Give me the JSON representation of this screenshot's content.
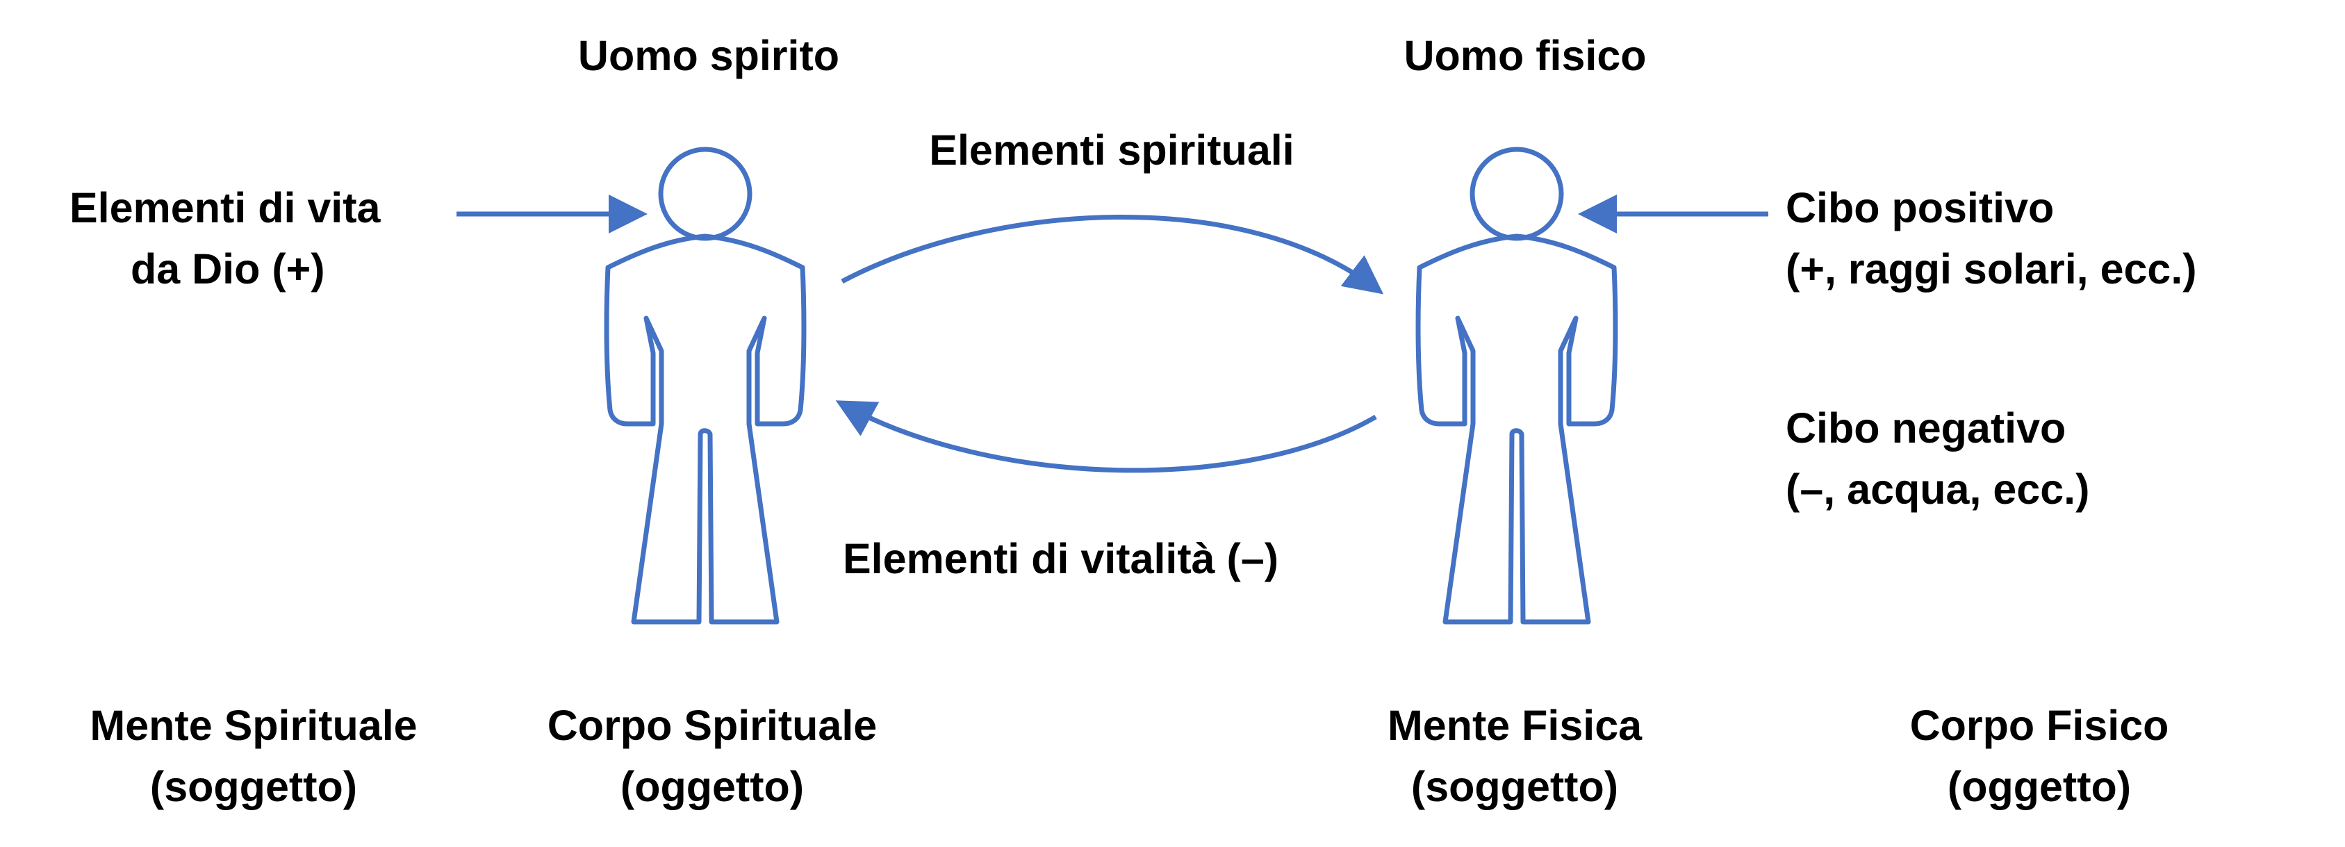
{
  "colors": {
    "stroke": "#4472C4",
    "text": "#000000",
    "background": "#FFFFFF"
  },
  "figures": {
    "left_title": "Uomo spirito",
    "right_title": "Uomo fisico"
  },
  "arrows": {
    "top_label": "Elementi spirituali",
    "bottom_label": "Elementi di vitalità (",
    "bottom_label_symbol": "–",
    "bottom_label_end": ")"
  },
  "left_input": {
    "line1": "Elementi di vita",
    "line2_prefix": "da Dio (",
    "line2_symbol": "+",
    "line2_suffix": ")"
  },
  "right_inputs": {
    "positive_line1": "Cibo positivo",
    "positive_symbol": "+",
    "positive_line2_rest": ", raggi solari, ecc.)",
    "positive_open": "(",
    "negative_line1": "Cibo negativo",
    "negative_open": "(",
    "negative_symbol": "–",
    "negative_line2_rest": ", acqua, ecc.)"
  },
  "bottom_labels": [
    {
      "line1": "Mente Spirituale",
      "line2": "(soggetto)"
    },
    {
      "line1": "Corpo Spirituale",
      "line2": "(oggetto)"
    },
    {
      "line1": "Mente Fisica",
      "line2": "(soggetto)"
    },
    {
      "line1": "Corpo Fisico",
      "line2": "(oggetto)"
    }
  ]
}
